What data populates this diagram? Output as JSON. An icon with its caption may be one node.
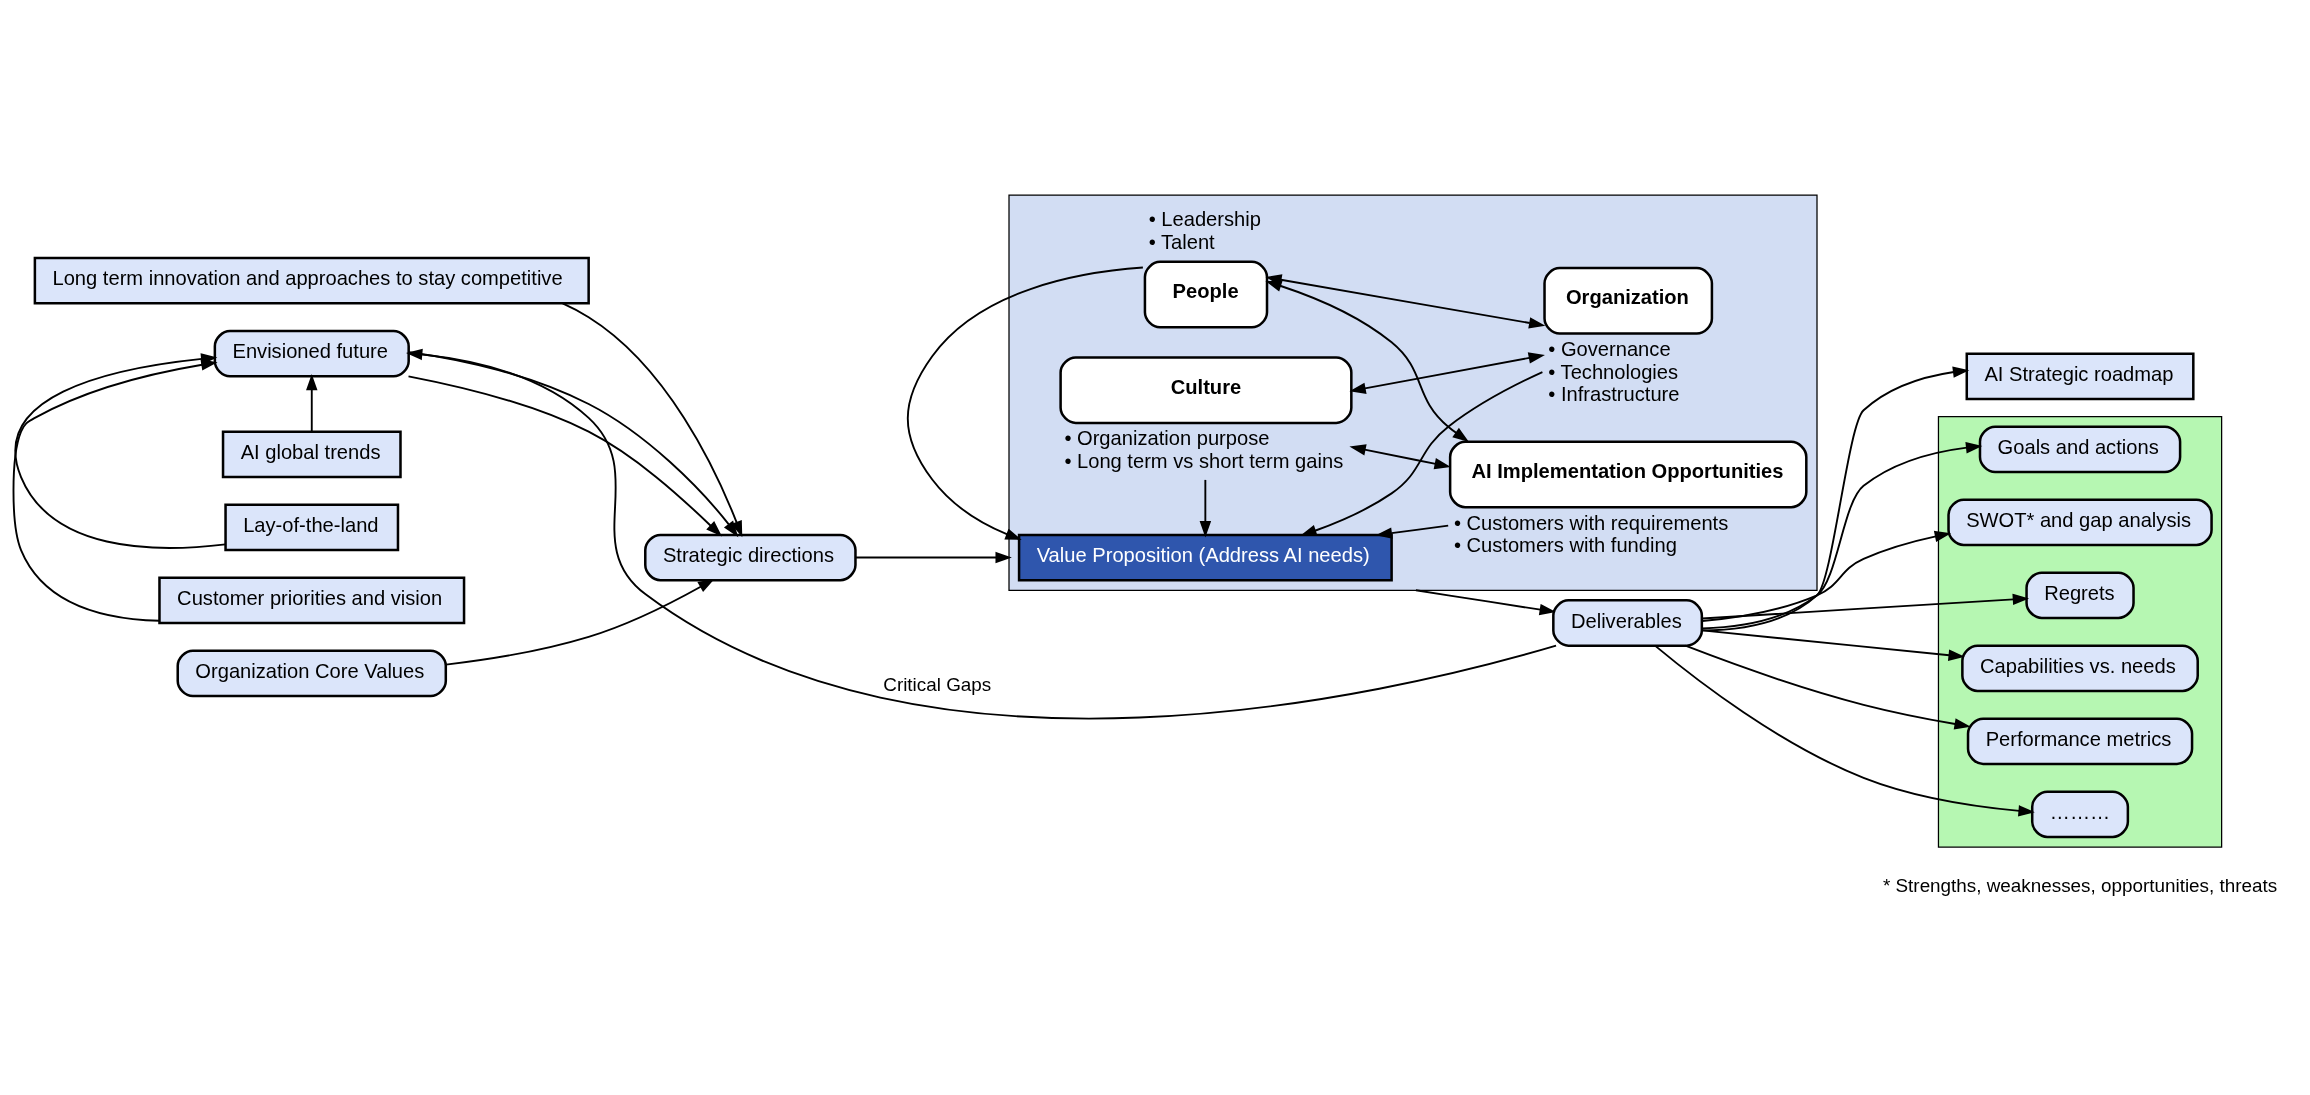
{
  "diagram": {
    "nodes": [
      {
        "text": [
          "Long term innovation and approaches to stay competitive"
        ]
      },
      {
        "text": [
          "Organization Core Values"
        ]
      },
      {
        "text": [
          "Strategic directions"
        ]
      },
      {
        "text": [
          "Envisioned future"
        ]
      },
      {
        "text": [],
        "shape": "box"
      },
      {
        "text": [
          "People"
        ],
        "in": 4,
        "beside": [
          "• Leadership",
          "• Talent"
        ]
      },
      {
        "text": [
          "AI Implementation Opportunities"
        ],
        "in": 4,
        "beside": [
          "• Customers with requirements",
          "• Customers with funding"
        ]
      },
      {
        "text": [
          "Value Proposition (Address AI needs)"
        ],
        "in": 4
      },
      {
        "text": [
          "Organization"
        ],
        "in": 4,
        "beside": [
          "• Governance",
          "• Technologies",
          "• Infrastructure"
        ]
      },
      {
        "text": [
          "Culture"
        ],
        "in": 4,
        "beside": [
          "• Organization purpose",
          "• Long term vs short term gains"
        ]
      },
      {
        "text": [
          "Deliverables"
        ]
      },
      {
        "text": [
          "AI Strategic roadmap"
        ]
      },
      {
        "text": [],
        "shape": "box"
      },
      {
        "text": [
          "Goals and actions"
        ],
        "in": 12
      },
      {
        "text": [
          "SWOT* and gap analysis"
        ],
        "in": 12
      },
      {
        "text": [
          "Regrets"
        ],
        "in": 12
      },
      {
        "text": [
          "Capabilities vs. needs"
        ],
        "in": 12
      },
      {
        "text": [
          "Performance metrics"
        ],
        "in": 12
      },
      {
        "text": [
          "………"
        ],
        "in": 12
      },
      {
        "text": [
          "AI global trends"
        ]
      },
      {
        "text": [
          "Lay-of-the-land"
        ]
      },
      {
        "text": [
          "Customer priorities and vision"
        ]
      }
    ],
    "edges": [
      {
        "from": 0,
        "to": 2,
        "arrow": "to"
      },
      {
        "from": 1,
        "to": 2,
        "arrow": "to"
      },
      {
        "from": 3,
        "to": 2,
        "arrow": "to"
      },
      {
        "from": 3,
        "to": 2,
        "arrow": "to"
      },
      {
        "from": 2,
        "to": 4,
        "arrow": "to"
      },
      {
        "from": 5,
        "to": 6,
        "arrow": "both"
      },
      {
        "from": 5,
        "to": 8,
        "arrow": "both"
      },
      {
        "from": 5,
        "to": 7,
        "arrow": "to"
      },
      {
        "from": 6,
        "to": 7,
        "arrow": "to"
      },
      {
        "from": 8,
        "to": 7,
        "arrow": "to"
      },
      {
        "from": 9,
        "to": 7,
        "arrow": "to"
      },
      {
        "from": 6,
        "to": 9,
        "arrow": "both"
      },
      {
        "from": 8,
        "to": 9,
        "arrow": "both"
      },
      {
        "from": 4,
        "to": 10,
        "arrow": "to"
      },
      {
        "from": 10,
        "to": 11,
        "arrow": "to"
      },
      {
        "from": 10,
        "to": 13,
        "arrow": "to"
      },
      {
        "from": 10,
        "to": 14,
        "arrow": "to"
      },
      {
        "from": 10,
        "to": 15,
        "arrow": "to"
      },
      {
        "from": 10,
        "to": 16,
        "arrow": "to"
      },
      {
        "from": 10,
        "to": 17,
        "arrow": "to"
      },
      {
        "from": 10,
        "to": 18,
        "arrow": "to"
      },
      {
        "from": 10,
        "to": 3,
        "arrow": "to",
        "label": "Critical Gaps"
      },
      {
        "from": 19,
        "to": 3,
        "arrow": "to"
      },
      {
        "from": 20,
        "to": 3,
        "arrow": "to"
      },
      {
        "from": 21,
        "to": 3,
        "arrow": "to"
      }
    ],
    "labels": [
      "* Strengths, weaknesses, opportunities, threats"
    ]
  }
}
